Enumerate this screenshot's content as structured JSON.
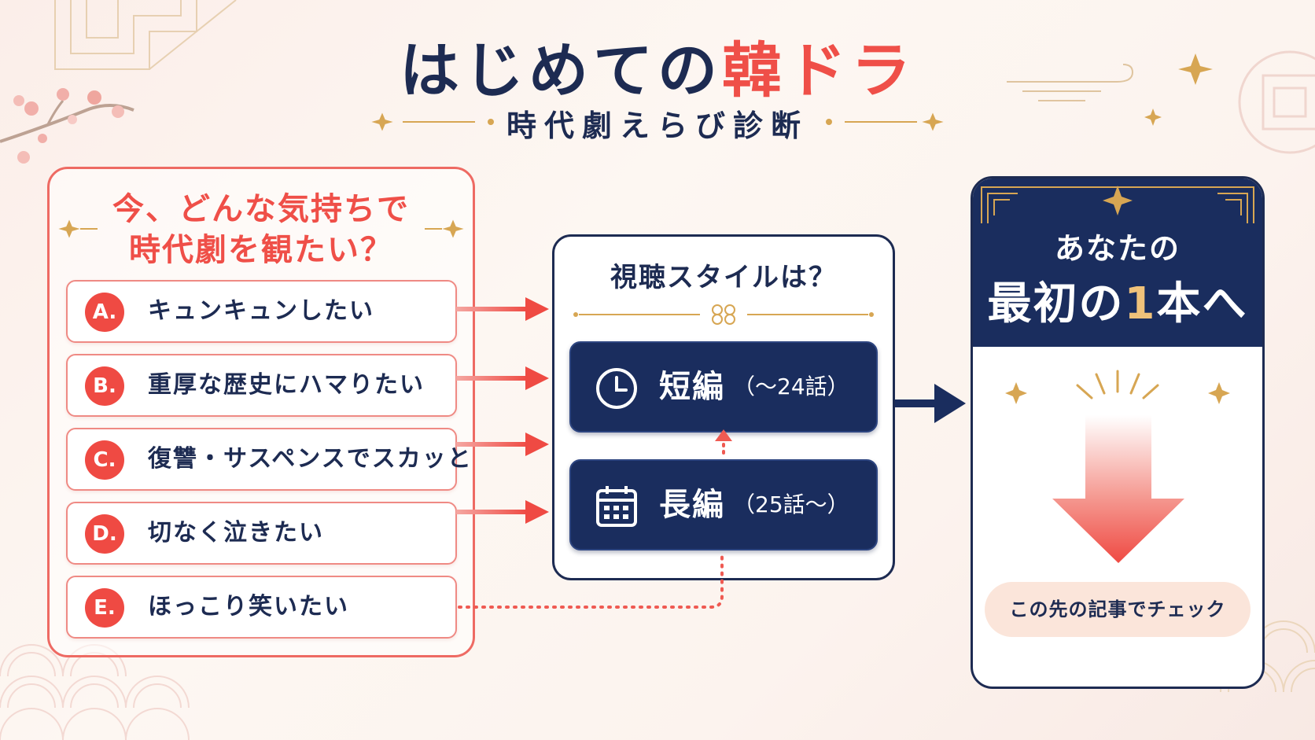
{
  "header": {
    "title_prefix": "はじめての",
    "title_accent": "韓ドラ",
    "subtitle": "時代劇えらび診断"
  },
  "left": {
    "question_line1": "今、どんな気持ちで",
    "question_line2": "時代劇を観たい？",
    "options": [
      {
        "badge": "A.",
        "label": "キュンキュンしたい"
      },
      {
        "badge": "B.",
        "label": "重厚な歴史にハマりたい"
      },
      {
        "badge": "C.",
        "label": "復讐・サスペンスでスカッと"
      },
      {
        "badge": "D.",
        "label": "切なく泣きたい"
      },
      {
        "badge": "E.",
        "label": "ほっこり笑いたい"
      }
    ]
  },
  "middle": {
    "question": "視聴スタイルは？",
    "short": {
      "label": "短編",
      "range": "（〜24話）",
      "icon": "clock-icon"
    },
    "long": {
      "label": "長編",
      "range": "（25話〜）",
      "icon": "calendar-icon"
    }
  },
  "right": {
    "line1": "あなたの",
    "line2_prefix": "最初の",
    "line2_num": "1",
    "line2_suffix": "本へ",
    "cta": "この先の記事でチェック"
  },
  "colors": {
    "navy": "#1a2d5e",
    "red": "#ef4a43",
    "gold": "#d8a85a",
    "background": "#fcf3ee"
  }
}
